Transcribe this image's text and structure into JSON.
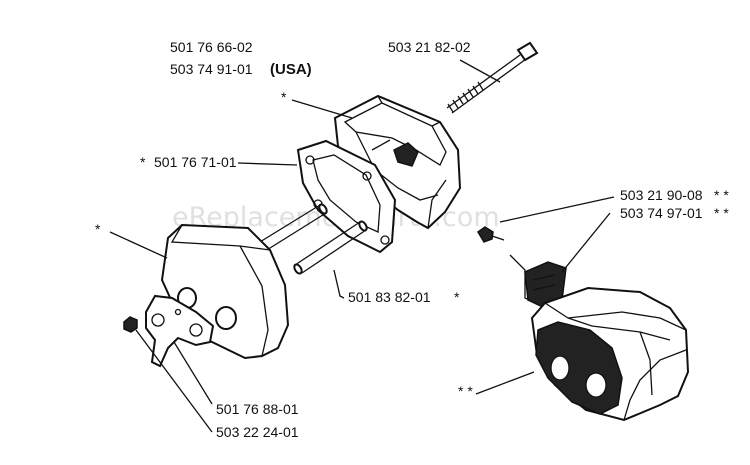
{
  "labels": {
    "p1": "501 76 66-02",
    "p2": "503 74 91-01",
    "usa": "(USA)",
    "p3": "503 21 82-02",
    "p4": "501 76 71-01",
    "p5": "503 21 90-08",
    "p6": "503 74 97-01",
    "p7": "501 83 82-01",
    "p8": "501 76 88-01",
    "p9": "503 22 24-01"
  },
  "marks": {
    "single": "*",
    "double": "* *"
  },
  "watermark": "eReplacementParts.com"
}
